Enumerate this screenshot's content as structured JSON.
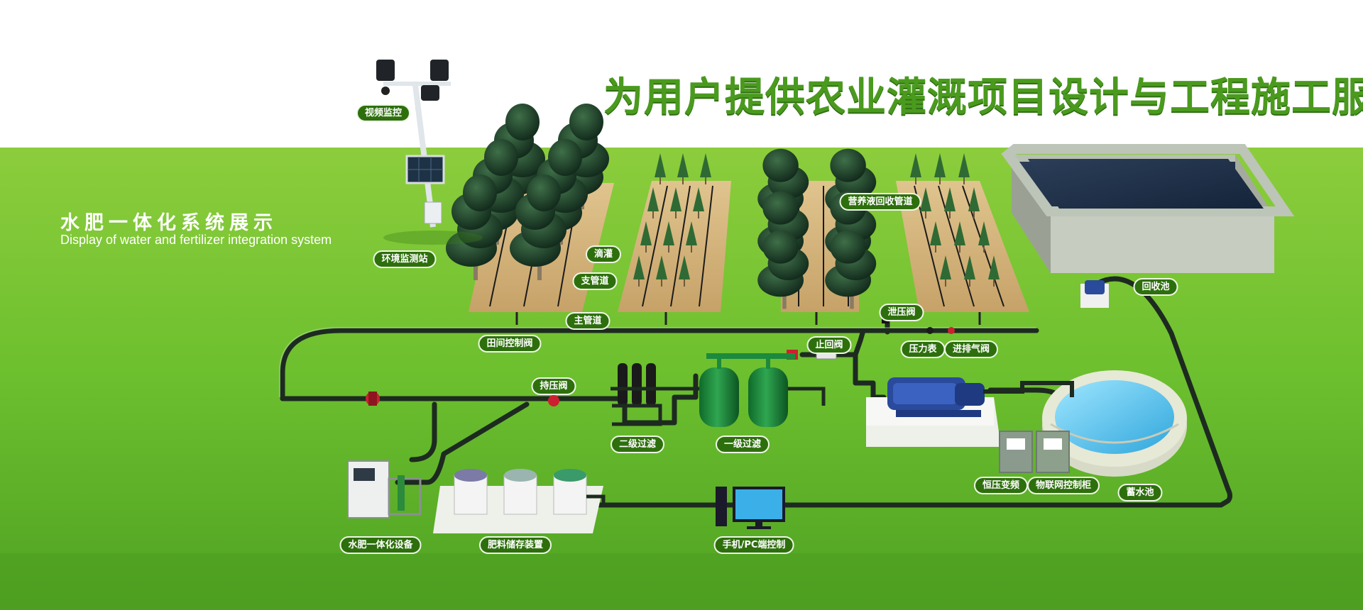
{
  "header": {
    "headline": "为用户提供农业灌溉项目设计与工程施工服务"
  },
  "section": {
    "title": "水肥一体化系统展示",
    "subtitle": "Display of water and fertilizer integration system"
  },
  "labels": {
    "video_monitor": "视频监控",
    "env_station": "环境监测站",
    "drip": "滴灌",
    "branch_pipe": "支管道",
    "main_pipe": "主管道",
    "nutrient_return": "营养液回收管道",
    "field_valve": "田间控制阀",
    "relief_valve": "泄压阀",
    "check_valve": "止回阀",
    "pressure_gauge": "压力表",
    "air_valve": "进排气阀",
    "recycle_pool": "回收池",
    "sustain_valve": "持压阀",
    "filter_2": "二级过滤",
    "filter_1": "一级过滤",
    "vfd": "恒压变频",
    "iot_cabinet": "物联网控制柜",
    "reservoir": "蓄水池",
    "fert_machine": "水肥一体化设备",
    "fert_storage": "肥料储存装置",
    "pc_control": "手机/PC端控制"
  },
  "colors": {
    "grass": "#6cbf2e",
    "headline": "#4a9a1e",
    "tag_bg": "#2e6f0d",
    "pipe": "#1d2a20",
    "water": "#5ac4ea",
    "tank_green": "#1c8a3c",
    "pump_blue": "#2a4a9c"
  },
  "icons": [
    "camera-icon",
    "solar-panel-icon",
    "tree-icon",
    "pump-icon",
    "monitor-icon"
  ]
}
